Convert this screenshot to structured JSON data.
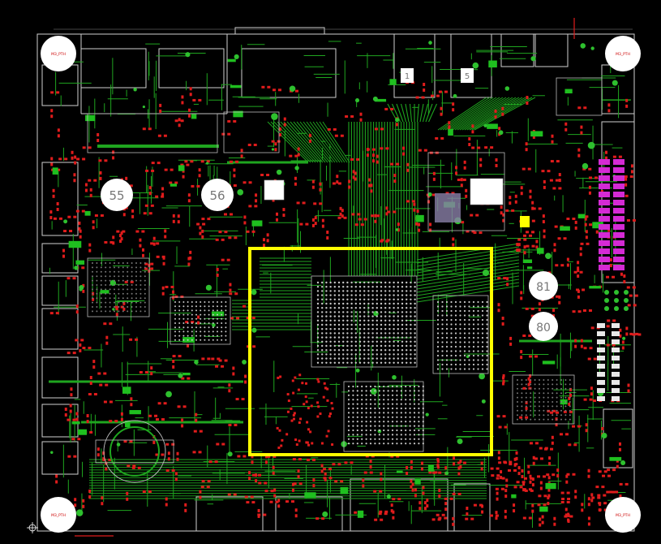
{
  "board": {
    "background": "#000000",
    "trace_color": "#1fa51f",
    "pad_color": "#e01c1c",
    "outline_color": "#dcdcdc",
    "keepout_color": "#ffff00",
    "header_color": "#d42ad4",
    "mounting_holes": [
      {
        "id": "tl",
        "label": "M3_PTH"
      },
      {
        "id": "tr",
        "label": "M3_PTH"
      },
      {
        "id": "bl",
        "label": "M3_PTH"
      },
      {
        "id": "br",
        "label": "M3_PTH"
      }
    ],
    "circle_markers": [
      {
        "id": "c55",
        "label": "55"
      },
      {
        "id": "c56",
        "label": "56"
      },
      {
        "id": "c81",
        "label": "81"
      },
      {
        "id": "c80",
        "label": "80"
      }
    ],
    "port_labels": [
      {
        "id": "p1",
        "label": "1"
      },
      {
        "id": "p2",
        "label": "5"
      }
    ]
  }
}
